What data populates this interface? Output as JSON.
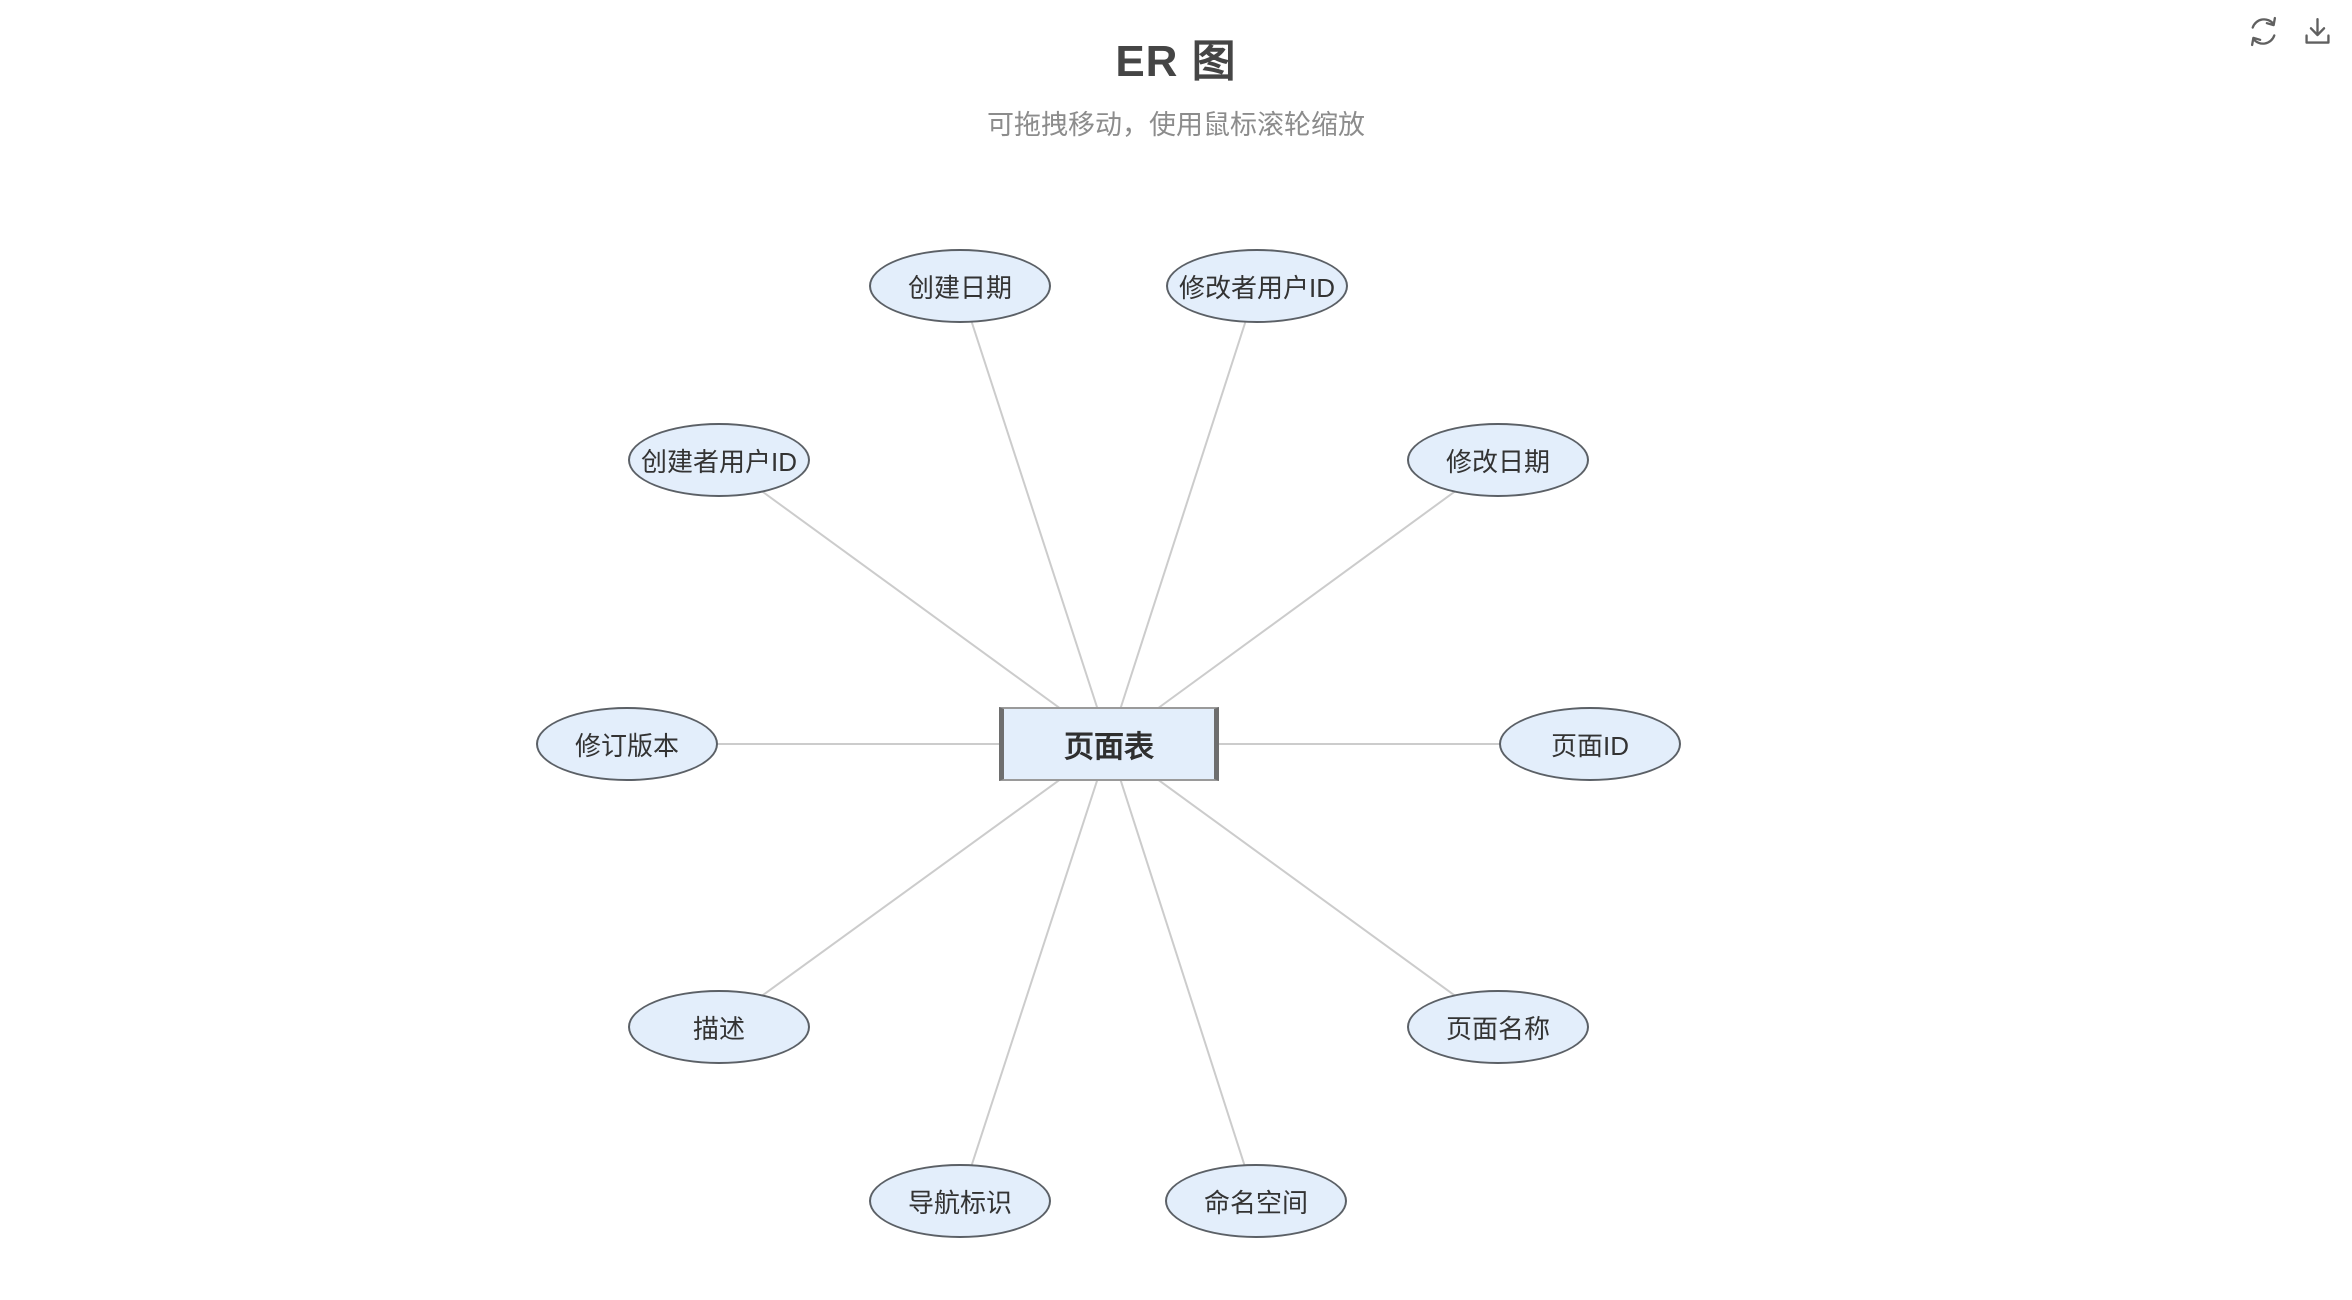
{
  "header": {
    "title": "ER 图",
    "subtitle": "可拖拽移动，使用鼠标滚轮缩放"
  },
  "toolbox": {
    "refresh_icon": "refresh",
    "download_icon": "download"
  },
  "colors": {
    "background": "#ffffff",
    "node_fill": "#e3eefb",
    "node_border": "#5b6066",
    "entity_side_border": "#6e6e6e",
    "edge_line": "#cccccc",
    "title_text": "#454545",
    "subtitle_text": "#8c8c8c",
    "label_text": "#333333",
    "icon": "#606060"
  },
  "diagram": {
    "type": "entity-relationship",
    "entity": {
      "label": "页面表"
    },
    "attributes": [
      {
        "label": "创建日期"
      },
      {
        "label": "修改者用户ID"
      },
      {
        "label": "修改日期"
      },
      {
        "label": "页面ID"
      },
      {
        "label": "页面名称"
      },
      {
        "label": "命名空间"
      },
      {
        "label": "导航标识"
      },
      {
        "label": "描述"
      },
      {
        "label": "修订版本"
      },
      {
        "label": "创建者用户ID"
      }
    ]
  }
}
